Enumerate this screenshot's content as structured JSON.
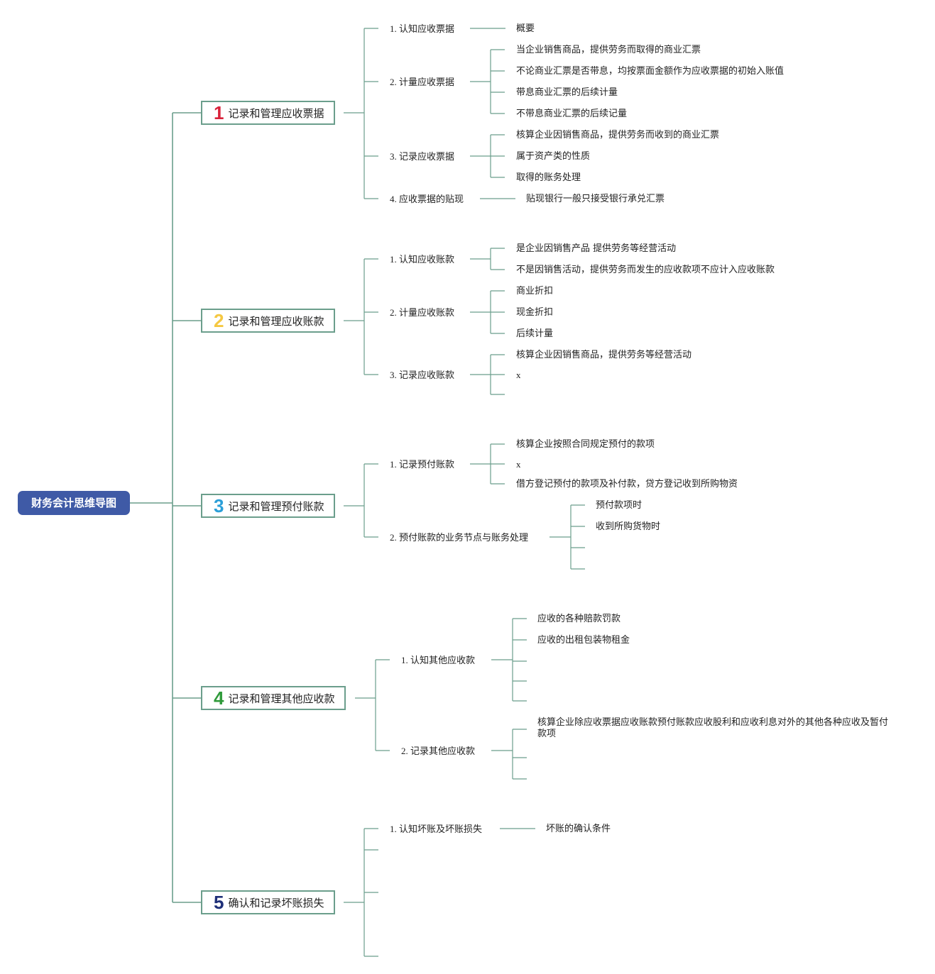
{
  "root": {
    "label": "财务会计思维导图"
  },
  "colors": {
    "root_bg": "#3f5aa6",
    "line": "#6b9e8c",
    "num1": "#d9233b",
    "num2": "#f5c842",
    "num3": "#2b9fd8",
    "num4": "#2f9a3a",
    "num5": "#1e2f78"
  },
  "sections": [
    {
      "number": "1",
      "title": "记录和管理应收票据",
      "children": [
        {
          "label": "1. 认知应收票据",
          "children": [
            "概要"
          ]
        },
        {
          "label": "2. 计量应收票据",
          "children": [
            "当企业销售商品，提供劳务而取得的商业汇票",
            "不论商业汇票是否带息，均按票面金额作为应收票据的初始入账值",
            "带息商业汇票的后续计量",
            "不带息商业汇票的后续记量"
          ]
        },
        {
          "label": "3. 记录应收票据",
          "children": [
            "核算企业因销售商品，提供劳务而收到的商业汇票",
            "属于资产类的性质",
            "取得的账务处理"
          ]
        },
        {
          "label": "4. 应收票据的贴现",
          "children": [
            "贴现银行一般只接受银行承兑汇票"
          ]
        }
      ]
    },
    {
      "number": "2",
      "title": "记录和管理应收账款",
      "children": [
        {
          "label": "1. 认知应收账款",
          "children": [
            "是企业因销售产品 提供劳务等经营活动",
            "不是因销售活动，提供劳务而发生的应收款项不应计入应收账款"
          ]
        },
        {
          "label": "2. 计量应收账款",
          "children": [
            "商业折扣",
            "现金折扣",
            "后续计量"
          ]
        },
        {
          "label": "3. 记录应收账款",
          "children": [
            "核算企业因销售商品，提供劳务等经营活动",
            "x",
            ""
          ]
        }
      ]
    },
    {
      "number": "3",
      "title": "记录和管理预付账款",
      "children": [
        {
          "label": "1. 记录预付账款",
          "children": [
            "核算企业按照合同规定预付的款项",
            "x",
            "借方登记预付的款项及补付款，贷方登记收到所购物资"
          ]
        },
        {
          "label": "2. 预付账款的业务节点与账务处理",
          "children": [
            "预付款项时",
            "收到所购货物时",
            "",
            ""
          ]
        }
      ]
    },
    {
      "number": "4",
      "title": "记录和管理其他应收款",
      "children": [
        {
          "label": "1. 认知其他应收款",
          "children": [
            "应收的各种赔款罚款",
            "应收的出租包装物租金",
            "",
            ""
          ]
        },
        {
          "label": "2. 记录其他应收款",
          "children": [
            "核算企业除应收票据应收账款预付账款应收股利和应收利息对外的其他各种应收及暂付款项",
            "",
            ""
          ]
        }
      ]
    },
    {
      "number": "5",
      "title": "确认和记录坏账损失",
      "children": [
        {
          "label": "1. 认知坏账及坏账损失",
          "children": [
            "坏账的确认条件"
          ]
        },
        {
          "label": "",
          "children": []
        },
        {
          "label": "",
          "children": []
        },
        {
          "label": "",
          "children": []
        }
      ]
    }
  ]
}
